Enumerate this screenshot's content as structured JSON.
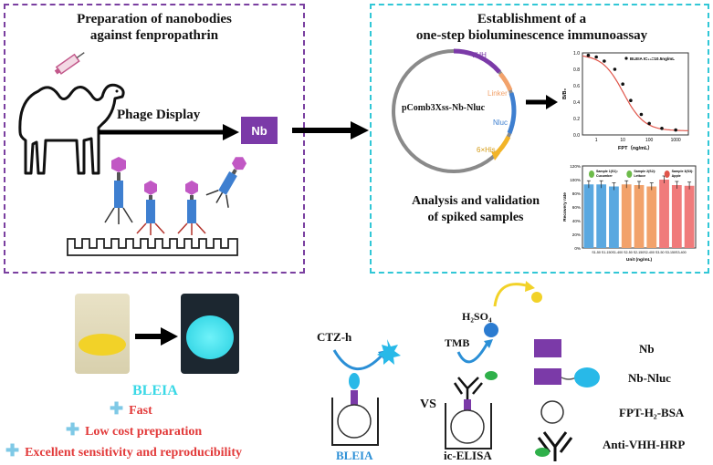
{
  "left_panel": {
    "title_line1": "Preparation of nanobodies",
    "title_line2": "against fenpropathrin",
    "phage_label": "Phage Display",
    "nb_label": "Nb"
  },
  "right_panel": {
    "title_line1": "Establishment of a",
    "title_line2": "one-step bioluminescence immunoassay",
    "plasmid_name": "pComb3Xss-Nb-Nluc",
    "plasmid_parts": [
      "VHH",
      "Linker",
      "Nluc",
      "6×His"
    ],
    "analysis_line1": "Analysis and validation",
    "analysis_line2": "of spiked samples"
  },
  "curve_chart": {
    "legend": "BLEIA IC₅₀=10.5ng/mL",
    "xlabel": "FPT（ng/mL）",
    "ylabel": "B/B₀",
    "yticks": [
      "1.0",
      "0.8",
      "0.6",
      "0.4",
      "0.2",
      "0.0"
    ],
    "xticks": [
      "1",
      "10",
      "100",
      "1000"
    ]
  },
  "bar_chart": {
    "ylabel": "Recovery rate",
    "xlabel": "Unit (ng/mL)",
    "yticks": [
      "120%",
      "100%",
      "80%",
      "60%",
      "40%",
      "20%",
      "0%"
    ],
    "xtick_text": "S1-50 S1-150S1-400 S2-50 S2-150S2-400 S3-50 S3-150S3-400",
    "sample1": "Sample 1(S1): Cucumber",
    "sample2": "Sample 2(S2): Lettuce",
    "sample3": "Sample 3(S3): Apple"
  },
  "chart_data": [
    {
      "type": "scatter",
      "legend": "BLEIA IC₅₀=10.5ng/mL",
      "xlabel": "FPT（ng/mL）",
      "ylabel": "B/B₀",
      "xscale": "log",
      "xlim": [
        0.3,
        3000
      ],
      "ylim": [
        0.0,
        1.0
      ],
      "x": [
        0.5,
        1,
        2,
        5,
        10,
        20,
        50,
        100,
        300,
        1000
      ],
      "y": [
        0.97,
        0.95,
        0.9,
        0.8,
        0.62,
        0.42,
        0.25,
        0.14,
        0.08,
        0.06
      ]
    },
    {
      "type": "bar",
      "ylabel": "Recovery rate",
      "xlabel": "Unit (ng/mL)",
      "ylim": [
        0,
        120
      ],
      "categories": [
        "S1-50",
        "S1-150",
        "S1-400",
        "S2-50",
        "S2-150",
        "S2-400",
        "S3-50",
        "S3-150",
        "S3-400"
      ],
      "values": [
        93,
        93,
        90,
        93,
        92,
        90,
        100,
        92,
        91
      ],
      "colors": [
        "#5aa8e0",
        "#5aa8e0",
        "#5aa8e0",
        "#f2a26b",
        "#f2a26b",
        "#f2a26b",
        "#f07b7b",
        "#f07b7b",
        "#f07b7b"
      ]
    }
  ],
  "bottom": {
    "bleia_title": "BLEIA",
    "feature1": "Fast",
    "feature2": "Low cost preparation",
    "feature3": "Excellent sensitivity and reproducibility",
    "ctz": "CTZ-h",
    "h2so4": "H₂SO₄",
    "tmb": "TMB",
    "vs": "VS",
    "bleia_label": "BLEIA",
    "elisa_label": "ic-ELISA"
  },
  "legend": {
    "nb": "Nb",
    "nb_nluc": "Nb-Nluc",
    "fpt_bsa": "FPT-H₂-BSA",
    "anti_vhh": "Anti-VHH-HRP"
  },
  "colors": {
    "left_border": "#7a3fa0",
    "right_border": "#31c7d6",
    "nb_purple": "#7b3aa8",
    "luminescence": "#3ad8e6",
    "red_text": "#e23a3a"
  }
}
